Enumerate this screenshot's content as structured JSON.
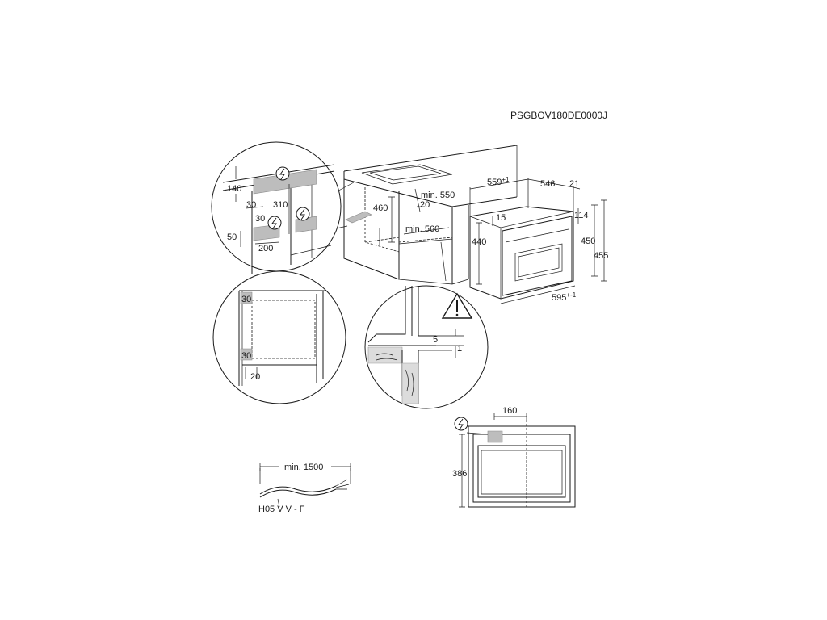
{
  "code": "PSGBOV180DE0000J",
  "dims": {
    "d140": "140",
    "d310": "310",
    "d30a": "30",
    "d30b": "30",
    "d50": "50",
    "d200": "200",
    "d460": "460",
    "min550": "min. 550",
    "d20a": "20",
    "min560": "min. 560",
    "d559": "559",
    "d559sup": "+1",
    "d546": "546",
    "d21": "21",
    "d15": "15",
    "d114": "114",
    "d440": "440",
    "d450": "450",
    "d455": "455",
    "d595": "595",
    "d595sup": "+-1",
    "d30c": "30",
    "d30d": "30",
    "d20b": "20",
    "d5": "5",
    "d1": "1",
    "d160": "160",
    "d386": "386",
    "min1500": "min. 1500"
  },
  "cable": "H05 V V - F"
}
